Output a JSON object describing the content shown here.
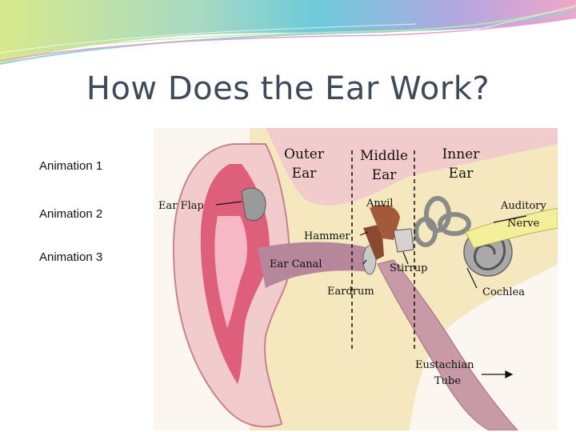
{
  "slide": {
    "title": "How Does the Ear Work?",
    "animations": [
      "Animation 1",
      "Animation 2",
      "Animation 3"
    ]
  },
  "diagram": {
    "section_labels": {
      "outer": [
        "Outer",
        "Ear"
      ],
      "middle": [
        "Middle",
        "Ear"
      ],
      "inner": [
        "Inner",
        "Ear"
      ]
    },
    "part_labels": {
      "ear_flap": "Ear Flap",
      "anvil": "Anvil",
      "hammer": "Hammer",
      "ear_canal": "Ear Canal",
      "stirrup": "Stirrup",
      "eardrum": "Eardrum",
      "auditory_nerve": [
        "Auditory",
        "Nerve"
      ],
      "cochlea": "Cochlea",
      "eustachian_tube": [
        "Eustachian",
        "Tube"
      ]
    }
  },
  "colors": {
    "title": "#3d4a5a",
    "skin": "#f2cccc",
    "cartilage": "#d94b6b",
    "bone": "#f5e8bf",
    "canal": "#b6869a",
    "cochlea": "#a9a9a9",
    "ossicles": "#8b4a2f",
    "nerve": "#f3ef9a"
  }
}
